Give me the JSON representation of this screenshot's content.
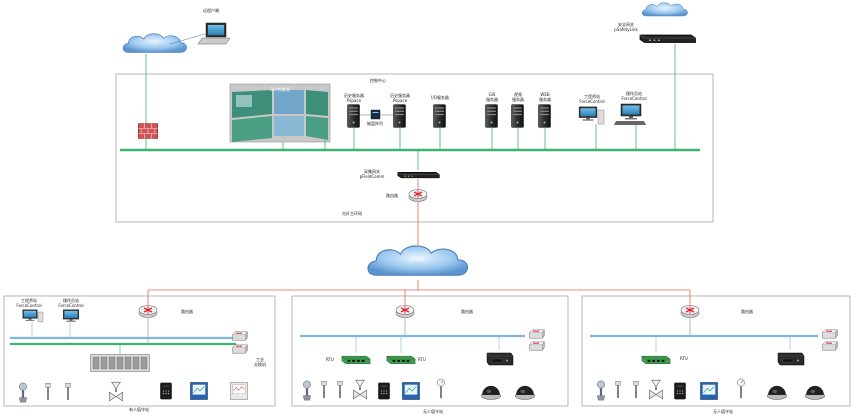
{
  "top": {
    "remote_user": "远程户端",
    "safety_gateway_l1": "安全网关",
    "safety_gateway_l2": "pSafetyLink"
  },
  "control_center": {
    "title": "控制中心",
    "dlp_title": "DLP投影墙",
    "server_history1_l1": "历史服务器",
    "server_history1_l2": "Pspace",
    "server_history2_l1": "历史服务器",
    "server_history2_l2": "Pspace",
    "disk_array": "磁盘阵列",
    "server_io": "I/O服务器",
    "server_gis_l1": "GIS",
    "server_gis_l2": "服务器",
    "server_video_l1": "视频",
    "server_video_l2": "服务器",
    "server_web_l1": "WEB",
    "server_web_l2": "服务器",
    "eng_station_l1": "工程师站",
    "eng_station_l2": "ForceControl",
    "op_station_l1": "操作员站",
    "op_station_l2": "ForceControl",
    "comm_gateway_l1": "采集网关",
    "comm_gateway_l2": "pFieldComm",
    "router": "路由器",
    "fiber_ring": "光纤主环网"
  },
  "wan_cloud": "光纤环网",
  "stations": [
    {
      "caption": "有人值守站",
      "router": "路由器",
      "eng_station_l1": "工程师站",
      "eng_station_l2": "ForceControl",
      "op_station_l1": "操作员站",
      "op_station_l2": "ForceControl",
      "switch_l1": "工业",
      "switch_l2": "交换机"
    },
    {
      "caption": "无人值守站",
      "router": "路由器",
      "rtu1": "RTU",
      "rtu2": "RTU"
    },
    {
      "caption": "无人值守站",
      "router": "路由器",
      "rtu1": "RTU"
    }
  ],
  "colors": {
    "green_bus": "#3cb371",
    "blue_bus": "#7fb6e0",
    "red_link": "#e06a4a",
    "frame": "#999999"
  }
}
